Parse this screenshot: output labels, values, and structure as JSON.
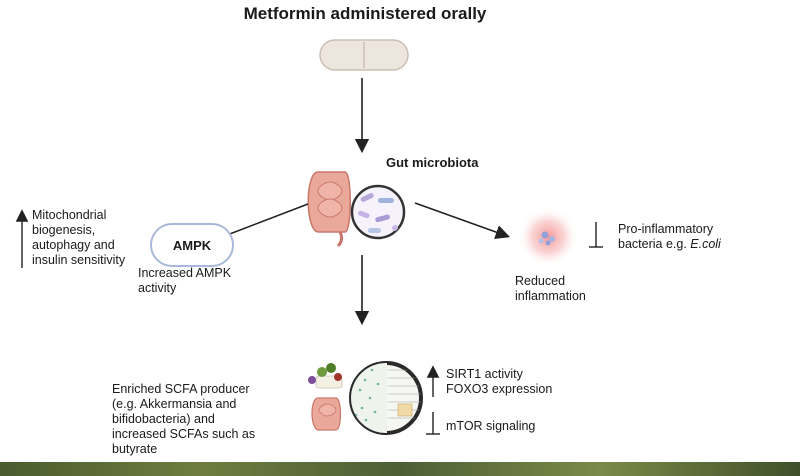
{
  "title": "Metformin administered orally",
  "gut": {
    "label": "Gut microbiota"
  },
  "ampk": {
    "box_label": "AMPK",
    "caption_line1": "Increased AMPK",
    "caption_line2": "activity"
  },
  "mito": {
    "line1": "Mitochondrial",
    "line2": "biogenesis,",
    "line3": "autophagy and",
    "line4": "insulin sensitivity"
  },
  "inflammation": {
    "line1": "Reduced",
    "line2": "inflammation"
  },
  "proinflam": {
    "line1": "Pro-inflammatory",
    "line2_prefix": "bacteria e.g. ",
    "line2_italic": "E.coli"
  },
  "scfa": {
    "line1": "Enriched SCFA producer",
    "line2": "(e.g. Akkermansia and",
    "line3": "bifidobacteria) and",
    "line4": "increased SCFAs such as",
    "line5": "butyrate"
  },
  "sirt": {
    "line1": "SIRT1 activity",
    "line2": "FOXO3 expression"
  },
  "mtor": {
    "label": "mTOR signaling"
  },
  "colors": {
    "pill": "#ece6df",
    "pill_border": "#cbbfb3",
    "intestine": "#e9a89a",
    "intestine_dark": "#c9776b",
    "ampk_border": "#a9b8d8",
    "glow": "#f7b6b6",
    "arrow": "#222222"
  }
}
